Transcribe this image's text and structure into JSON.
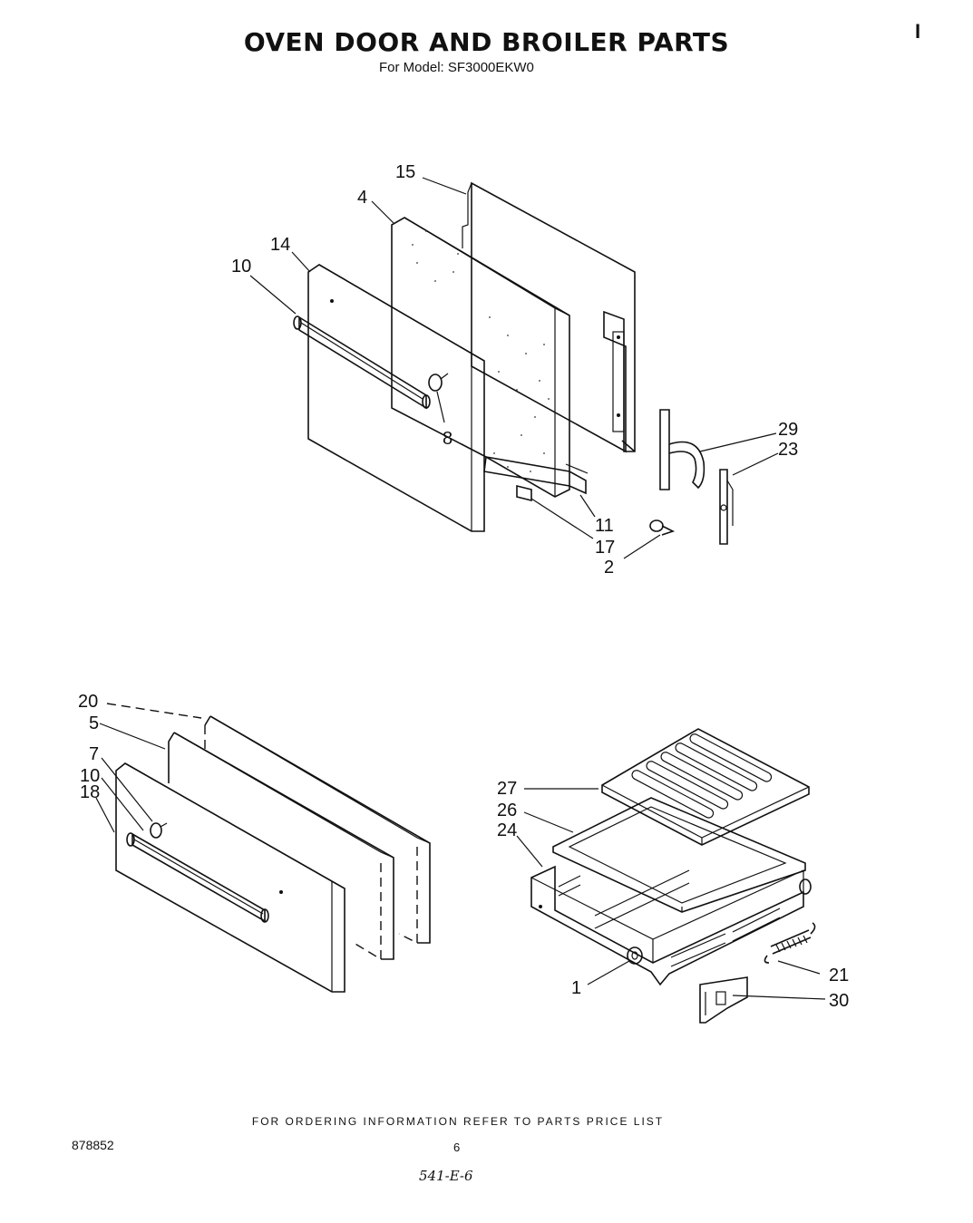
{
  "header": {
    "title": "OVEN DOOR AND BROILER PARTS",
    "subtitle": "For Model: SF3000EKW0",
    "corner_mark": "I"
  },
  "callouts": {
    "p15": "15",
    "p4": "4",
    "p14": "14",
    "p10a": "10",
    "p8": "8",
    "p29": "29",
    "p23": "23",
    "p11": "11",
    "p17": "17",
    "p2": "2",
    "p20": "20",
    "p5": "5",
    "p7": "7",
    "p10b": "10",
    "p18": "18",
    "p27": "27",
    "p26": "26",
    "p24": "24",
    "p21": "21",
    "p1": "1",
    "p30": "30"
  },
  "footer": {
    "note": "FOR ORDERING INFORMATION REFER TO PARTS PRICE LIST",
    "doc_number": "878852",
    "page_number": "6",
    "handwritten": "541-E-6"
  }
}
